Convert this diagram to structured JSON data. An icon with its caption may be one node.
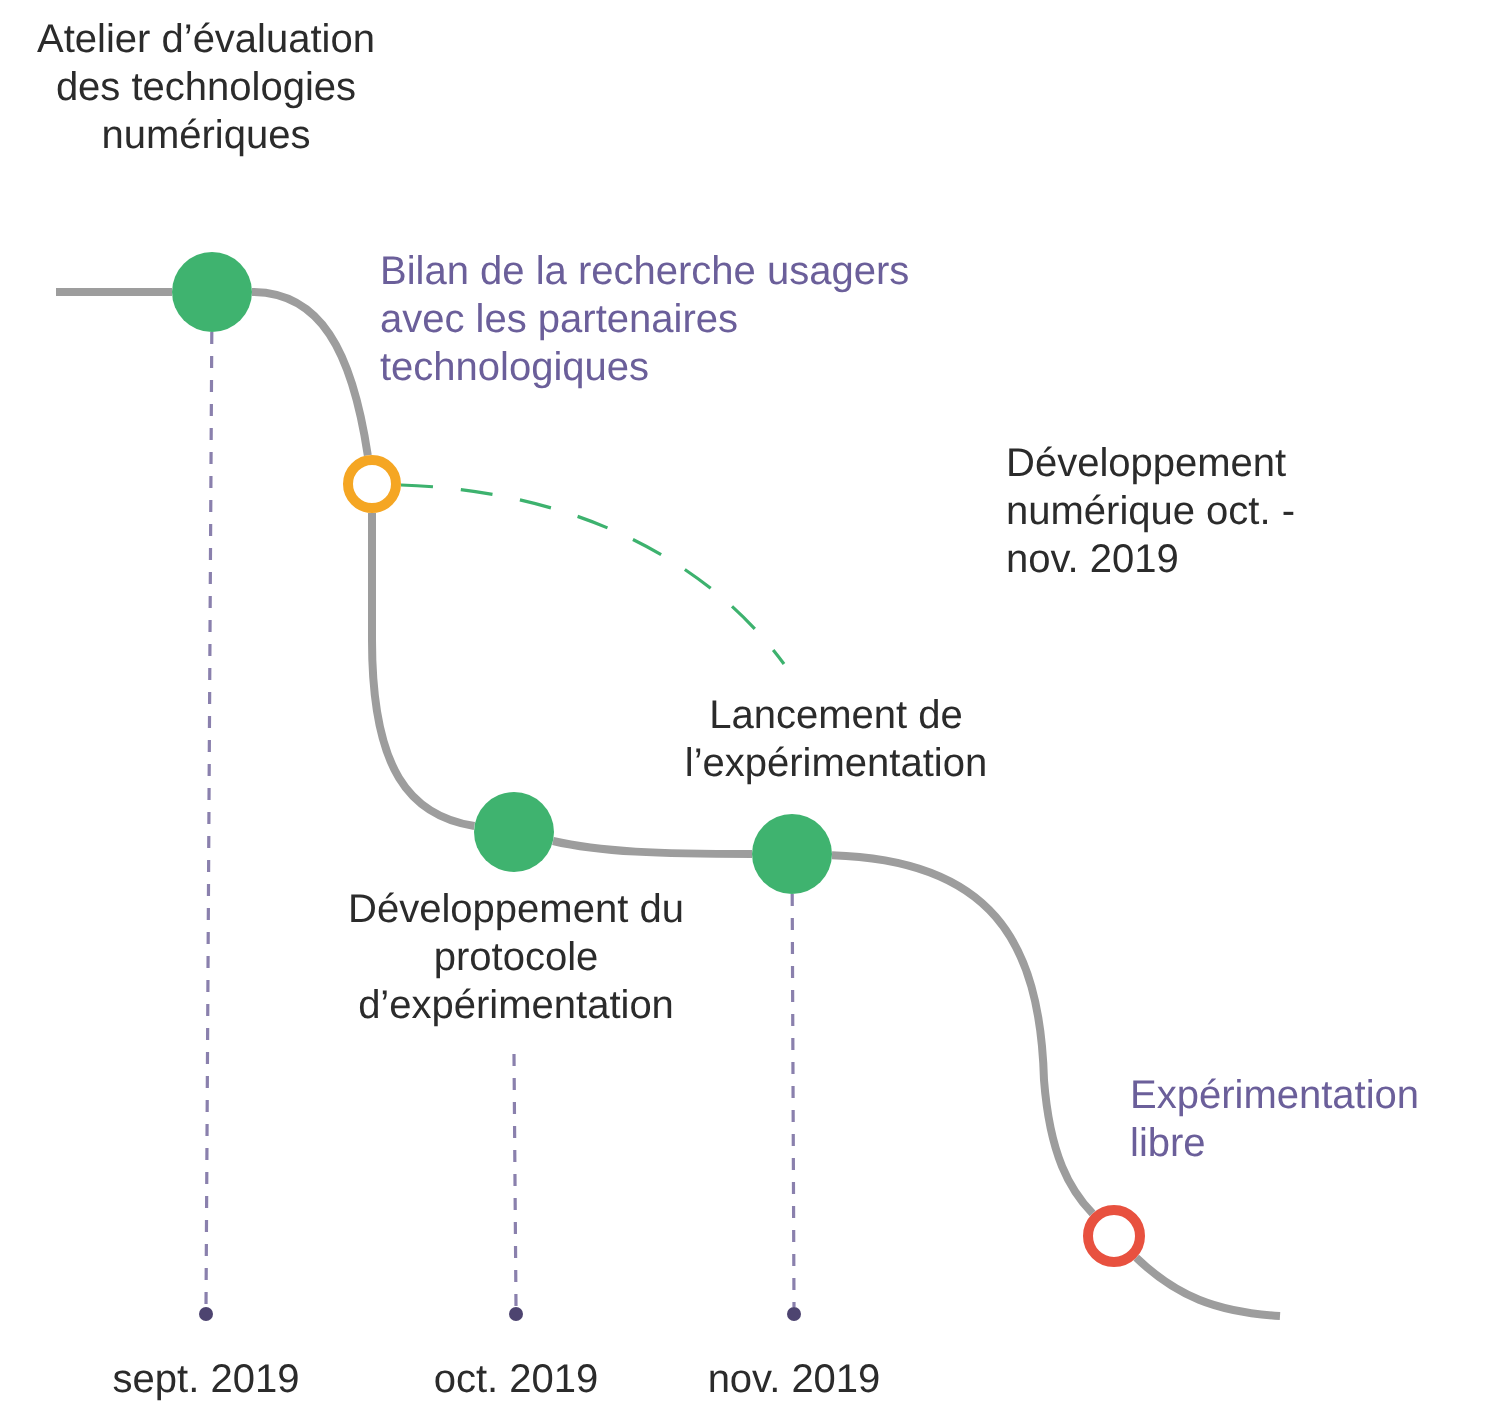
{
  "diagram": {
    "nodes": [
      {
        "text": [],
        "shape": "circle",
        "beside": [
          "Atelier d’évaluation des technologies numériques"
        ]
      },
      {
        "text": [],
        "shape": "circle",
        "beside": [
          "Bilan de la recherche usagers avec les partenaires technologiques"
        ]
      },
      {
        "text": [],
        "shape": "circle",
        "beside": [
          "Développement du protocole d’expérimentation"
        ]
      },
      {
        "text": [],
        "shape": "circle",
        "beside": [
          "Lancement de l’expérimentation"
        ]
      },
      {
        "text": [],
        "shape": "circle",
        "beside": [
          "Expérimentation libre"
        ]
      },
      {
        "text": [],
        "shape": "circle",
        "beside": [
          "sept. 2019"
        ]
      },
      {
        "text": [],
        "shape": "circle",
        "beside": [
          "oct. 2019"
        ]
      },
      {
        "text": [],
        "shape": "circle",
        "beside": [
          "nov. 2019"
        ]
      }
    ],
    "edges": [
      {
        "from": null,
        "to": 0,
        "arrow": "none"
      },
      {
        "from": 0,
        "to": 1,
        "arrow": "none"
      },
      {
        "from": 1,
        "to": 2,
        "arrow": "none"
      },
      {
        "from": 2,
        "to": 3,
        "arrow": "none"
      },
      {
        "from": 3,
        "to": 4,
        "arrow": "none"
      },
      {
        "from": 4,
        "to": null,
        "arrow": "none"
      },
      {
        "from": 1,
        "to": null,
        "arrow": "none",
        "style": "dashed",
        "color": "#3db26e"
      },
      {
        "from": 0,
        "to": 5,
        "arrow": "none",
        "style": "dashed",
        "color": "#8a80ad"
      },
      {
        "from": 2,
        "to": 6,
        "arrow": "none",
        "style": "dashed",
        "color": "#8a80ad"
      },
      {
        "from": 3,
        "to": 7,
        "arrow": "none",
        "style": "dashed",
        "color": "#8a80ad"
      }
    ],
    "labels": [
      "Développement numérique oct. - nov. 2019"
    ]
  }
}
